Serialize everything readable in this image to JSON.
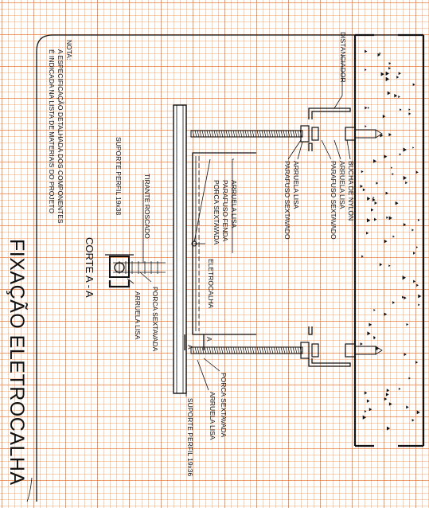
{
  "title": "FIXAÇÃO ELETROCALHA",
  "section_label": "CORTE A - A",
  "section_marker": "A",
  "note": {
    "heading": "NOTA:",
    "line1": "A ESPECIFICAÇÃO DETALHADA DOS COMPONENTES",
    "line2": "É INDICADA NA LISTA DE MATERIAIS DO PROJETO"
  },
  "labels": {
    "distanciador": "DISTANCIADOR",
    "bucha_nylon": "BUCHA DE NYLON",
    "arruela_lisa_1": "ARRUELA LISA",
    "parafuso_sextavado_1": "PARAFUSO SEXTAVADO",
    "arruela_lisa_2": "ARRUELA LISA",
    "parafuso_sextavado_2": "PARAFUSO SEXTAVADO",
    "arruela_lisa_3": "ARRUELA LISA",
    "parafuso_fenda": "PARAFUSO FENDA",
    "porca_sextavada_1": "PORCA SEXTAVADA",
    "eletrocalha": "ELETROCALHA",
    "tirante_roscado": "TIRANTE ROSCADO",
    "suporte_perfil_1": "SUPORTE PERFIL 19x38",
    "porca_sextavada_2": "PORCA SEXTAVADA",
    "arruela_lisa_4": "ARRUELA LISA",
    "porca_sextavada_3": "PORCA SEXTAVADA",
    "arruela_lisa_5": "ARRUELA LISA",
    "suporte_perfil_2": "SUPORTE PERFIL 19x36"
  }
}
